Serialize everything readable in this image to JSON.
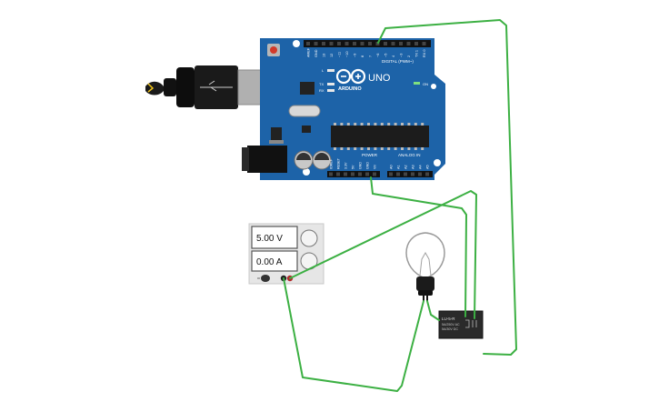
{
  "canvas": {
    "background": "#ffffff"
  },
  "arduino": {
    "brand": "ARDUINO",
    "model": "UNO",
    "digital_label": "DIGITAL (PWM~)",
    "power_label": "POWER",
    "analog_label": "ANALOG IN",
    "on_label": "ON",
    "led_labels": [
      "L",
      "TX",
      "RX"
    ],
    "digital_pins": [
      "AREF",
      "GND",
      "13",
      "12",
      "~11",
      "~10",
      "~9",
      "8",
      "7",
      "~6",
      "~5",
      "4",
      "~3",
      "2",
      "TX 1",
      "RX 0"
    ],
    "power_pins": [
      "IOREF",
      "RESET",
      "3.3V",
      "5V",
      "GND",
      "GND",
      "Vin"
    ],
    "analog_pins": [
      "A0",
      "A1",
      "A2",
      "A3",
      "A4",
      "A5"
    ],
    "board_color": "#1d63a8"
  },
  "power_supply": {
    "voltage_display": "5.00 V",
    "current_display": "0.00 A"
  },
  "relay": {
    "model": "LU-5-R",
    "spec_line1": "5A/250V AC",
    "spec_line2": "5A/30V DC"
  },
  "bulb": {
    "state": "off"
  },
  "colors": {
    "wire": "#3cb043",
    "board": "#1d63a8",
    "relay_body": "#2a2a2a",
    "supply_body": "#e8e8e8"
  }
}
